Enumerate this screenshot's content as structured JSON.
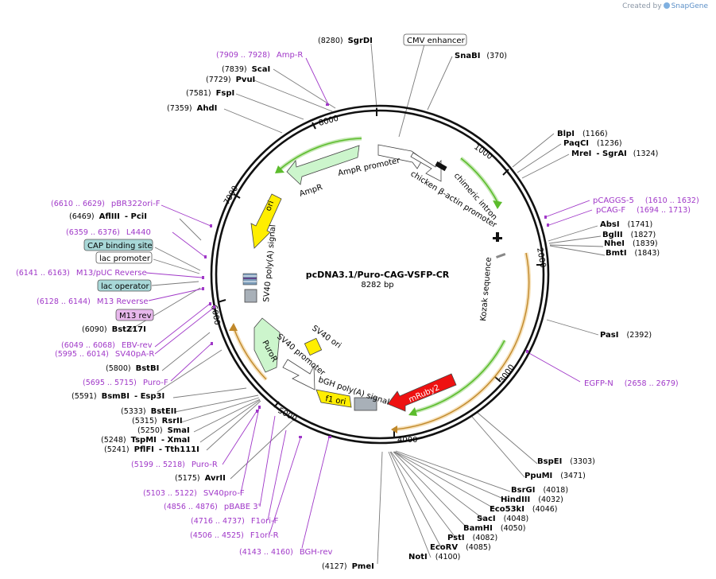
{
  "credit": {
    "prefix": "Created by",
    "brand": "SnapGene"
  },
  "plasmid": {
    "name": "pcDNA3.1/Puro-CAG-VSFP-CR",
    "size_label": "8282 bp",
    "length": 8282
  },
  "ticks": [
    "1000",
    "2000",
    "3000",
    "4000",
    "5000",
    "6000",
    "7000",
    "8000"
  ],
  "enzymes": [
    {
      "name": "SgrDI",
      "pos": "(8280)"
    },
    {
      "name": "SnaBI",
      "pos": "(370)"
    },
    {
      "name": "ScaI",
      "pos": "(7839)"
    },
    {
      "name": "PvuI",
      "pos": "(7729)"
    },
    {
      "name": "FspI",
      "pos": "(7581)"
    },
    {
      "name": "AhdI",
      "pos": "(7359)"
    },
    {
      "name": "BlpI",
      "pos": "(1166)"
    },
    {
      "name": "PaqCI",
      "pos": "(1236)"
    },
    {
      "name": "MreI",
      "extra": "- SgrAI",
      "pos": "(1324)"
    },
    {
      "name": "AbsI",
      "pos": "(1741)"
    },
    {
      "name": "BglII",
      "pos": "(1827)"
    },
    {
      "name": "NheI",
      "pos": "(1839)"
    },
    {
      "name": "BmtI",
      "pos": "(1843)"
    },
    {
      "name": "PasI",
      "pos": "(2392)"
    },
    {
      "name": "AflIII",
      "extra": "- PciI",
      "pos": "(6469)"
    },
    {
      "name": "BstZ17I",
      "pos": "(6090)"
    },
    {
      "name": "BstBI",
      "pos": "(5800)"
    },
    {
      "name": "BsmBI",
      "extra": "- Esp3I",
      "pos": "(5591)"
    },
    {
      "name": "BstEII",
      "pos": "(5333)"
    },
    {
      "name": "RsrII",
      "pos": "(5315)"
    },
    {
      "name": "SmaI",
      "pos": "(5250)"
    },
    {
      "name": "TspMI",
      "extra": "- XmaI",
      "pos": "(5248)"
    },
    {
      "name": "PflFI",
      "extra": "- Tth111I",
      "pos": "(5241)"
    },
    {
      "name": "AvrII",
      "pos": "(5175)"
    },
    {
      "name": "BspEI",
      "pos": "(3303)"
    },
    {
      "name": "PpuMI",
      "pos": "(3471)"
    },
    {
      "name": "BsrGI",
      "pos": "(4018)"
    },
    {
      "name": "HindIII",
      "pos": "(4032)"
    },
    {
      "name": "Eco53kI",
      "pos": "(4046)"
    },
    {
      "name": "SacI",
      "pos": "(4048)"
    },
    {
      "name": "BamHI",
      "pos": "(4050)"
    },
    {
      "name": "PstI",
      "pos": "(4082)"
    },
    {
      "name": "EcoRV",
      "pos": "(4085)"
    },
    {
      "name": "NotI",
      "pos": "(4100)"
    },
    {
      "name": "PmeI",
      "pos": "(4127)"
    }
  ],
  "primers": [
    {
      "name": "Amp-R",
      "range": "(7909 .. 7928)"
    },
    {
      "name": "pCAGGS-5",
      "range": "(1610 .. 1632)"
    },
    {
      "name": "pCAG-F",
      "range": "(1694 .. 1713)"
    },
    {
      "name": "EGFP-N",
      "range": "(2658 .. 2679)"
    },
    {
      "name": "pBR322ori-F",
      "range": "(6610 .. 6629)"
    },
    {
      "name": "L4440",
      "range": "(6359 .. 6376)"
    },
    {
      "name": "M13/pUC Reverse",
      "range": "(6141 .. 6163)"
    },
    {
      "name": "M13 Reverse",
      "range": "(6128 .. 6144)"
    },
    {
      "name": "EBV-rev",
      "range": "(6049 .. 6068)"
    },
    {
      "name": "SV40pA-R",
      "range": "(5995 .. 6014)"
    },
    {
      "name": "Puro-F",
      "range": "(5695 .. 5715)"
    },
    {
      "name": "Puro-R",
      "range": "(5199 .. 5218)"
    },
    {
      "name": "SV40pro-F",
      "range": "(5103 .. 5122)"
    },
    {
      "name": "pBABE 3'",
      "range": "(4856 .. 4876)"
    },
    {
      "name": "F1ori-F",
      "range": "(4716 .. 4737)"
    },
    {
      "name": "F1ori-R",
      "range": "(4506 .. 4525)"
    },
    {
      "name": "BGH-rev",
      "range": "(4143 .. 4160)"
    }
  ],
  "boxed_labels": [
    {
      "name": "CMV enhancer"
    },
    {
      "name": "CAP binding site"
    },
    {
      "name": "lac promoter"
    },
    {
      "name": "lac operator"
    },
    {
      "name": "M13 rev"
    }
  ],
  "features": [
    {
      "name": "AmpR promoter"
    },
    {
      "name": "AmpR"
    },
    {
      "name": "chicken β-actin promoter"
    },
    {
      "name": "chimeric intron"
    },
    {
      "name": "ori"
    },
    {
      "name": "SV40 poly(A) signal"
    },
    {
      "name": "Kozak sequence"
    },
    {
      "name": "SV40 ori"
    },
    {
      "name": "SV40 promoter"
    },
    {
      "name": "PuroR"
    },
    {
      "name": "bGH poly(A) signal"
    },
    {
      "name": "f1 ori"
    },
    {
      "name": "mRuby2"
    }
  ],
  "colors": {
    "green_arrow": "#ccf5cc",
    "green_outline": "#5cbc2c",
    "orange_outline": "#e6a838",
    "yellow": "#ffee00",
    "red": "#ee1111",
    "primer": "#a038c8",
    "teal_box": "#a8d8d8",
    "pink_box": "#e8b8ec",
    "gray": "#a8b0b8",
    "line": "#7a7a7a"
  }
}
